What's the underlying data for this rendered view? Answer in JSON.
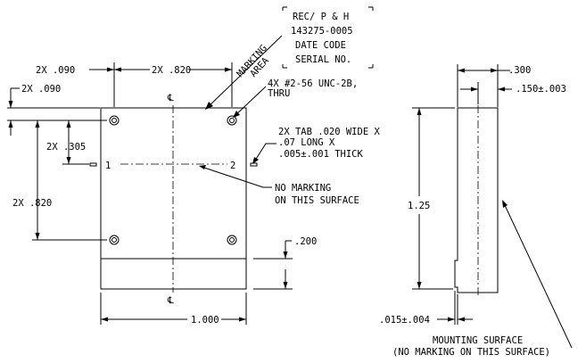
{
  "marking_box": {
    "line1": "REC/ P & H",
    "line2": "143275-0005",
    "line3": "DATE CODE",
    "line4": "SERIAL NO."
  },
  "marking_area": {
    "line1": "MARKING",
    "line2": "AREA"
  },
  "dims": {
    "top_hole_offset": "2X .090",
    "top_hole_spacing": "2X .820",
    "left_hole_offset": "2X .090",
    "tab_offset": "2X .305",
    "vertical_hole_spacing": "2X .820",
    "tab_band": ".200",
    "width": "1.000",
    "side_thickness": ".300",
    "side_center": ".150±.003",
    "height": "1.25",
    "mounting_gap": ".015±.004"
  },
  "notes": {
    "holes_line1": "4X #2-56 UNC-2B,",
    "holes_line2": "THRU",
    "tab_line1": "2X TAB .020 WIDE X",
    "tab_line2": ".07 LONG X",
    "tab_line3": ".005±.001 THICK",
    "no_marking_line1": "NO MARKING",
    "no_marking_line2": "ON THIS SURFACE",
    "mounting_line1": "MOUNTING SURFACE",
    "mounting_line2": "(NO MARKING ON THIS SURFACE)"
  },
  "pin_labels": {
    "pin1": "1",
    "pin2": "2"
  },
  "centerline_symbol": "℄"
}
